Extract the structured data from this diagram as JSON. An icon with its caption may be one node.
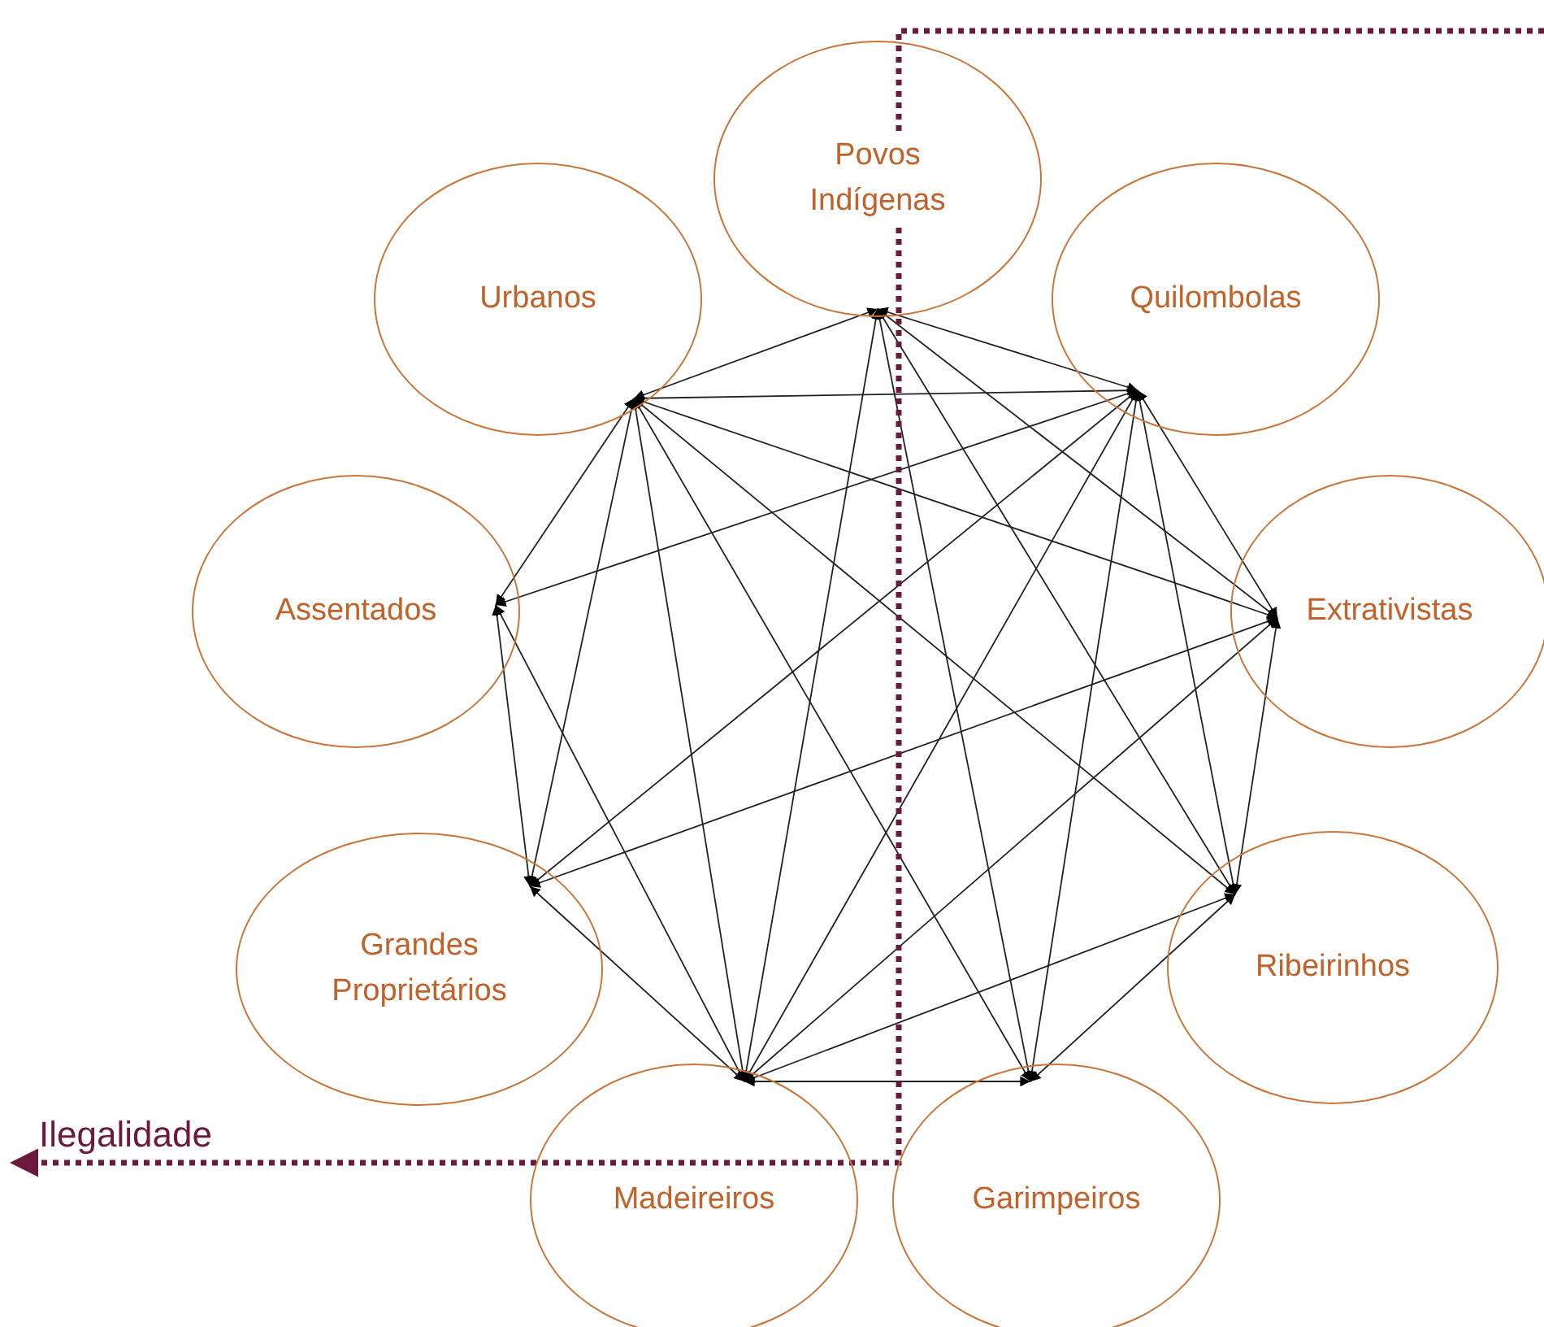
{
  "diagram": {
    "nodes": [
      {
        "text": [
          "Povos Indígenas"
        ]
      },
      {
        "text": [
          "Urbanos"
        ]
      },
      {
        "text": [
          "Quilombolas"
        ]
      },
      {
        "text": [
          "Assentados"
        ]
      },
      {
        "text": [
          "Extrativistas"
        ]
      },
      {
        "text": [
          "Grandes Proprietários"
        ]
      },
      {
        "text": [
          "Ribeirinhos"
        ]
      },
      {
        "text": [
          "Madeireiros"
        ]
      },
      {
        "text": [
          "Garimpeiros"
        ]
      }
    ],
    "edges": [
      {
        "from": 0,
        "to": 1,
        "arrow": "both"
      },
      {
        "from": 0,
        "to": 2,
        "arrow": "both"
      },
      {
        "from": 0,
        "to": 4,
        "arrow": "both"
      },
      {
        "from": 0,
        "to": 6,
        "arrow": "both"
      },
      {
        "from": 0,
        "to": 7,
        "arrow": "both"
      },
      {
        "from": 0,
        "to": 8,
        "arrow": "both"
      },
      {
        "from": 1,
        "to": 2,
        "arrow": "both"
      },
      {
        "from": 1,
        "to": 3,
        "arrow": "both"
      },
      {
        "from": 1,
        "to": 4,
        "arrow": "both"
      },
      {
        "from": 1,
        "to": 5,
        "arrow": "both"
      },
      {
        "from": 1,
        "to": 6,
        "arrow": "both"
      },
      {
        "from": 1,
        "to": 7,
        "arrow": "both"
      },
      {
        "from": 1,
        "to": 8,
        "arrow": "both"
      },
      {
        "from": 2,
        "to": 3,
        "arrow": "both"
      },
      {
        "from": 2,
        "to": 4,
        "arrow": "both"
      },
      {
        "from": 2,
        "to": 5,
        "arrow": "both"
      },
      {
        "from": 2,
        "to": 6,
        "arrow": "both"
      },
      {
        "from": 2,
        "to": 7,
        "arrow": "both"
      },
      {
        "from": 2,
        "to": 8,
        "arrow": "both"
      },
      {
        "from": 3,
        "to": 5,
        "arrow": "both"
      },
      {
        "from": 3,
        "to": 7,
        "arrow": "both"
      },
      {
        "from": 4,
        "to": 5,
        "arrow": "both"
      },
      {
        "from": 4,
        "to": 6,
        "arrow": "both"
      },
      {
        "from": 4,
        "to": 7,
        "arrow": "both"
      },
      {
        "from": 5,
        "to": 7,
        "arrow": "both"
      },
      {
        "from": 6,
        "to": 7,
        "arrow": "both"
      },
      {
        "from": 6,
        "to": 8,
        "arrow": "both"
      },
      {
        "from": 7,
        "to": 8,
        "arrow": "both"
      }
    ],
    "labels": [
      "Ilegalidade"
    ]
  }
}
